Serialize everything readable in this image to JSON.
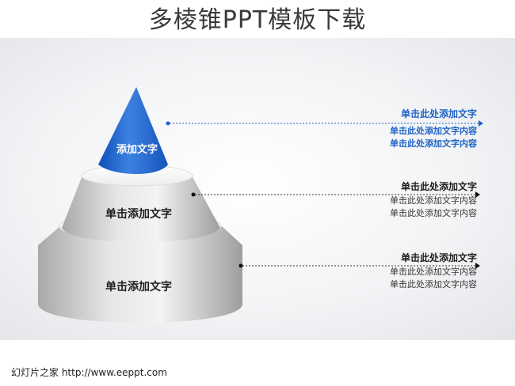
{
  "title": "多棱锥PPT模板下载",
  "levels": [
    {
      "label": "添加文字",
      "heading": "单击此处添加文字",
      "lines": [
        "单击此处添加文字内容",
        "单击此处添加文字内容"
      ],
      "color": "#1f63c6"
    },
    {
      "label": "单击添加文字",
      "heading": "单击此处添加文字",
      "lines": [
        "单击此处添加文字内容",
        "单击此处添加文字内容"
      ],
      "color": "#1e1e1e"
    },
    {
      "label": "单击添加文字",
      "heading": "单击此处添加文字",
      "lines": [
        "单击此处添加文字内容",
        "单击此处添加文字内容"
      ],
      "color": "#1e1e1e"
    }
  ],
  "footer": "幻灯片之家 http://www.eeppt.com",
  "colors": {
    "accent": "#1f63c6",
    "gray": "#c9c9c9"
  }
}
